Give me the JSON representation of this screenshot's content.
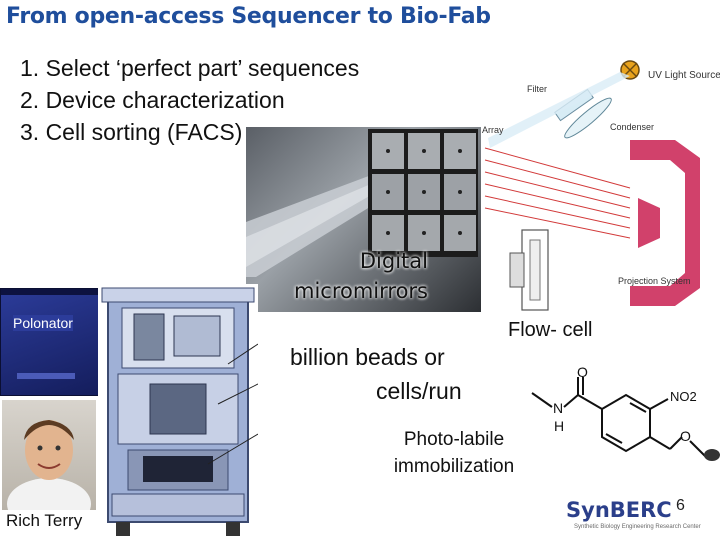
{
  "title": "From open-access Sequencer to Bio-Fab",
  "steps": [
    "1. Select ‘perfect part’ sequences",
    "2. Device characterization",
    "3. Cell sorting (FACS)"
  ],
  "optics_labels": {
    "uv_light_source": "UV Light Source",
    "filter": "Filter",
    "array": "Array",
    "condenser": "Condenser",
    "projection_system": "Projection System"
  },
  "micromirror_label": "Digital micromirrors",
  "polonator_label": "Polonator",
  "beads_text_line1": "billion beads or",
  "beads_text_line2": "cells/run",
  "flow_cell_label": "Flow- cell",
  "photolabile_line1": "Photo-labile",
  "photolabile_line2": "immobilization",
  "chem": {
    "no2": "NO2",
    "o": "O",
    "n": "N",
    "h": "H"
  },
  "person_caption": "Rich Terry",
  "logo": {
    "brand": "SynBERC",
    "tagline": "Synthetic Biology Engineering Research Center"
  },
  "page_number": "6",
  "colors": {
    "title": "#1f4e9c",
    "polonator_bg": "#1e2a78",
    "machine_frame": "#8a9bc4"
  }
}
